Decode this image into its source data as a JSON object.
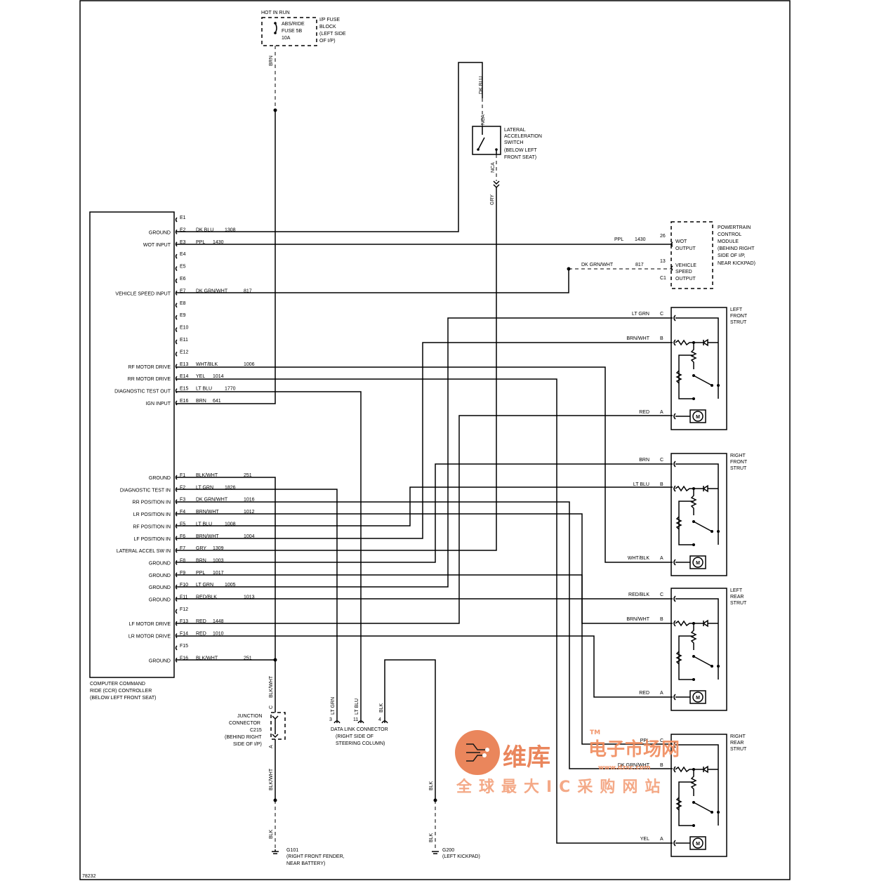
{
  "fuse": {
    "header": "HOT IN RUN",
    "label_lines": [
      "ABS/RIDE",
      "FUSE 5B",
      "10A"
    ],
    "block_lines": [
      "I/P FUSE",
      "BLOCK",
      "(LEFT SIDE",
      "OF I/P)"
    ],
    "wire": "BRN"
  },
  "lateral_switch": {
    "label_lines": [
      "LATERAL",
      "ACCELERATION",
      "SWITCH",
      "(BELOW LEFT",
      "FRONT SEAT)"
    ],
    "wire_top": "DK BLU",
    "wire_bottom": "GRY",
    "pin_top": "NCA",
    "pin_bottom": "NCA"
  },
  "pcm": {
    "label_lines": [
      "POWERTRAIN",
      "CONTROL",
      "MODULE",
      "(BEHIND RIGHT",
      "SIDE OF I/P,",
      "NEAR KICKPAD)"
    ],
    "pins": [
      {
        "pin": "26",
        "name_lines": [
          "WOT",
          "OUTPUT"
        ],
        "color": "PPL",
        "circuit": "1430"
      },
      {
        "pin": "13",
        "name_lines": [
          "VEHICLE",
          "SPEED",
          "OUTPUT"
        ],
        "color": "DK GRN/WHT",
        "circuit": "817"
      }
    ],
    "c1": "C1"
  },
  "controller": {
    "label_lines": [
      "COMPUTER COMMAND",
      "RIDE (CCR) CONTROLLER",
      "(BELOW LEFT FRONT SEAT)"
    ],
    "pins_e": [
      {
        "pin": "E1",
        "func": "",
        "color": "",
        "circuit": ""
      },
      {
        "pin": "E2",
        "func": "GROUND",
        "color": "DK BLU",
        "circuit": "1308"
      },
      {
        "pin": "E3",
        "func": "WOT INPUT",
        "color": "PPL",
        "circuit": "1430"
      },
      {
        "pin": "E4",
        "func": "",
        "color": "",
        "circuit": ""
      },
      {
        "pin": "E5",
        "func": "",
        "color": "",
        "circuit": ""
      },
      {
        "pin": "E6",
        "func": "",
        "color": "",
        "circuit": ""
      },
      {
        "pin": "E7",
        "func": "VEHICLE SPEED INPUT",
        "color": "DK GRN/WHT",
        "circuit": "817"
      },
      {
        "pin": "E8",
        "func": "",
        "color": "",
        "circuit": ""
      },
      {
        "pin": "E9",
        "func": "",
        "color": "",
        "circuit": ""
      },
      {
        "pin": "E10",
        "func": "",
        "color": "",
        "circuit": ""
      },
      {
        "pin": "E11",
        "func": "",
        "color": "",
        "circuit": ""
      },
      {
        "pin": "E12",
        "func": "",
        "color": "",
        "circuit": ""
      },
      {
        "pin": "E13",
        "func": "RF MOTOR DRIVE",
        "color": "WHT/BLK",
        "circuit": "1006"
      },
      {
        "pin": "E14",
        "func": "RR MOTOR DRIVE",
        "color": "YEL",
        "circuit": "1014"
      },
      {
        "pin": "E15",
        "func": "DIAGNOSTIC TEST OUT",
        "color": "LT BLU",
        "circuit": "1770"
      },
      {
        "pin": "E16",
        "func": "IGN INPUT",
        "color": "BRN",
        "circuit": "641"
      }
    ],
    "pins_f": [
      {
        "pin": "F1",
        "func": "GROUND",
        "color": "BLK/WHT",
        "circuit": "251"
      },
      {
        "pin": "F2",
        "func": "DIAGNOSTIC TEST IN",
        "color": "LT GRN",
        "circuit": "1826"
      },
      {
        "pin": "F3",
        "func": "RR POSITION IN",
        "color": "DK GRN/WHT",
        "circuit": "1016"
      },
      {
        "pin": "F4",
        "func": "LR POSITION IN",
        "color": "BRN/WHT",
        "circuit": "1012"
      },
      {
        "pin": "F5",
        "func": "RF POSITION IN",
        "color": "LT BLU",
        "circuit": "1008"
      },
      {
        "pin": "F6",
        "func": "LF POSITION IN",
        "color": "BRN/WHT",
        "circuit": "1004"
      },
      {
        "pin": "F7",
        "func": "LATERAL ACCEL SW IN",
        "color": "GRY",
        "circuit": "1309"
      },
      {
        "pin": "F8",
        "func": "GROUND",
        "color": "BRN",
        "circuit": "1003"
      },
      {
        "pin": "F9",
        "func": "GROUND",
        "color": "PPL",
        "circuit": "1017"
      },
      {
        "pin": "F10",
        "func": "GROUND",
        "color": "LT GRN",
        "circuit": "1005"
      },
      {
        "pin": "F11",
        "func": "GROUND",
        "color": "RED/BLK",
        "circuit": "1013"
      },
      {
        "pin": "F12",
        "func": "",
        "color": "",
        "circuit": ""
      },
      {
        "pin": "F13",
        "func": "LF MOTOR DRIVE",
        "color": "RED",
        "circuit": "1448"
      },
      {
        "pin": "F14",
        "func": "LR MOTOR DRIVE",
        "color": "RED",
        "circuit": "1010"
      },
      {
        "pin": "F15",
        "func": "",
        "color": "",
        "circuit": ""
      },
      {
        "pin": "F16",
        "func": "GROUND",
        "color": "BLK/WHT",
        "circuit": "251"
      }
    ]
  },
  "struts": [
    {
      "name_lines": [
        "LEFT",
        "FRONT",
        "STRUT"
      ],
      "c": "LT GRN",
      "b": "BRN/WHT",
      "a": "RED"
    },
    {
      "name_lines": [
        "RIGHT",
        "FRONT",
        "STRUT"
      ],
      "c": "BRN",
      "b": "LT BLU",
      "a": "WHT/BLK"
    },
    {
      "name_lines": [
        "LEFT",
        "REAR",
        "STRUT"
      ],
      "c": "RED/BLK",
      "b": "BRN/WHT",
      "a": "RED"
    },
    {
      "name_lines": [
        "RIGHT",
        "REAR",
        "STRUT"
      ],
      "c": "PPL",
      "b": "DK GRN/WHT",
      "a": "YEL"
    }
  ],
  "strut_pin_letters": [
    "C",
    "B",
    "A"
  ],
  "motor_symbol": "M",
  "junction": {
    "label_lines": [
      "JUNCTION",
      "CONNECTOR",
      "C215",
      "(BEHIND RIGHT",
      "SIDE OF I/P)"
    ],
    "pin_top": "C",
    "pin_bottom": "A",
    "wire_top": "BLK/WHT",
    "wire_bottom": "BLK/WHT",
    "wire_ground": "BLK"
  },
  "dlc": {
    "label_lines": [
      "DATA LINK CONNECTOR",
      "(RIGHT SIDE OF",
      "STEERING COLUMN)"
    ],
    "pins": [
      {
        "pin": "3",
        "wire": "LT GRN"
      },
      {
        "pin": "11",
        "wire": "LT BLU"
      },
      {
        "pin": "4",
        "wire": "BLK"
      }
    ]
  },
  "grounds": [
    {
      "name": "G101",
      "lines": [
        "(RIGHT FRONT FENDER,",
        "NEAR BATTERY)"
      ]
    },
    {
      "name": "G200",
      "lines": [
        "(LEFT KICKPAD)"
      ]
    }
  ],
  "g200_wires": [
    "BLK",
    "BLK"
  ],
  "figure_id": "78232",
  "watermark": {
    "brand": "维库",
    "sub": "电子市场网",
    "url": "www.dzsc.com",
    "tagline": "全球最大IC采购网站",
    "tm": "TM",
    "accent": "#e87a4b"
  }
}
